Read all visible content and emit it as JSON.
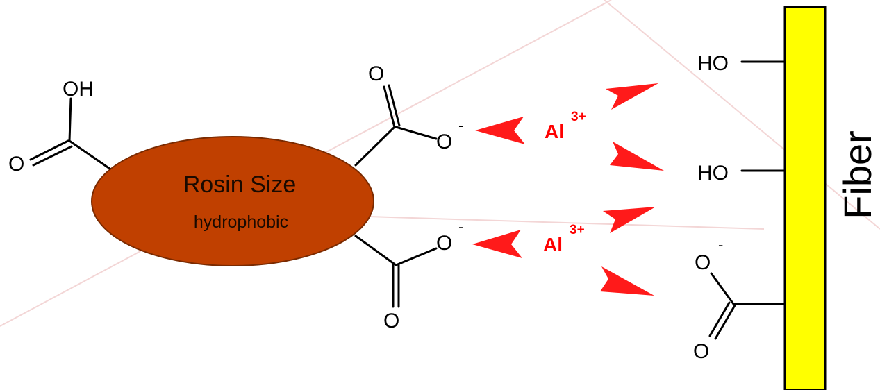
{
  "rosin": {
    "title": "Rosin Size",
    "subtitle": "hydrophobic",
    "fill_color": "#c04000",
    "stroke_color": "#7a2a00"
  },
  "atoms": {
    "oh": "OH",
    "o": "O",
    "o_minus": "O",
    "charge_minus": "-",
    "ho": "HO"
  },
  "ions": {
    "symbol": "Al",
    "charge": "3+"
  },
  "fiber": {
    "label": "Fiber",
    "color": "#ffff00"
  },
  "arrow_color": "#ff1a1a"
}
